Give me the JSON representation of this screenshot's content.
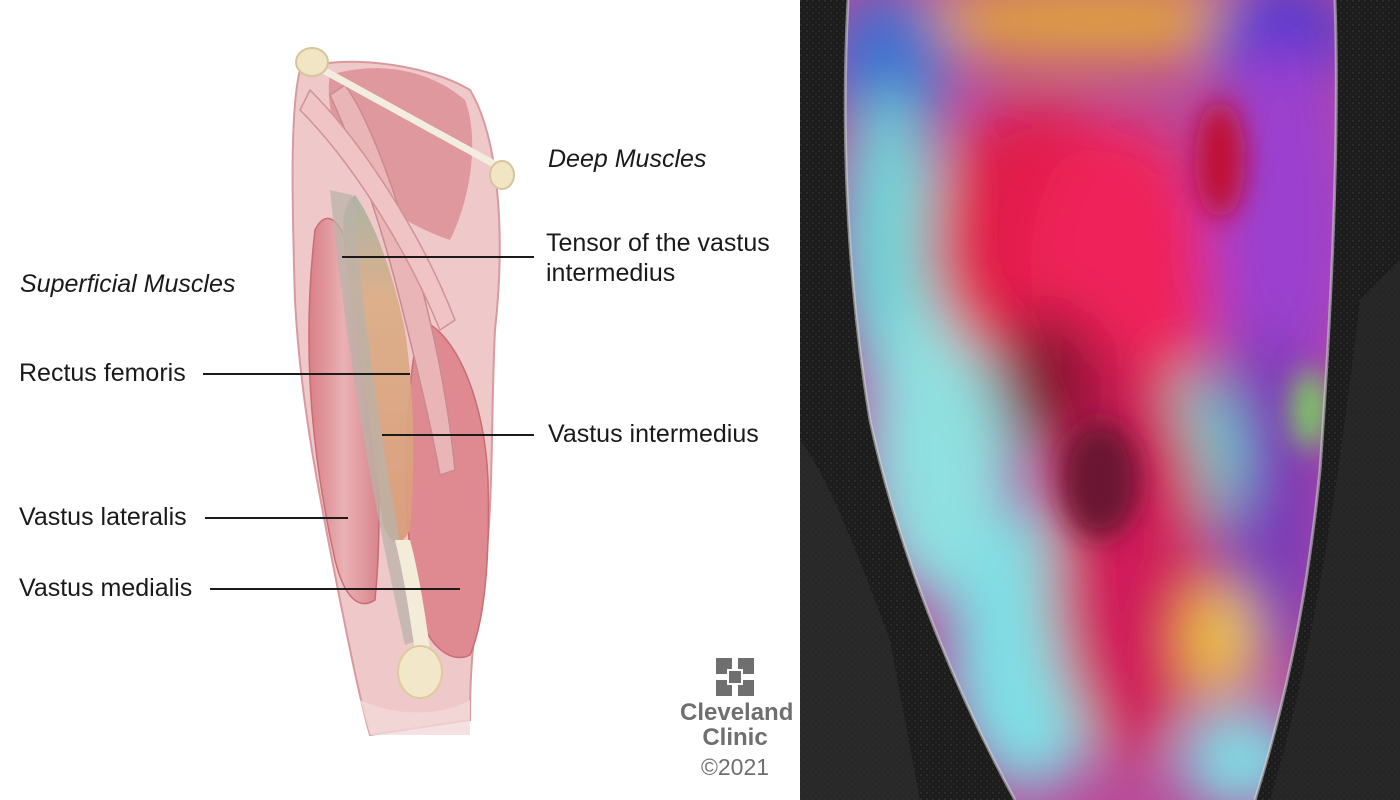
{
  "labels": {
    "deep_muscles": "Deep Muscles",
    "superficial_muscles": "Superficial Muscles",
    "tensor_line1": "Tensor of the vastus",
    "tensor_line2": "intermedius",
    "rectus_femoris": "Rectus femoris",
    "vastus_intermedius": "Vastus intermedius",
    "vastus_lateralis": "Vastus lateralis",
    "vastus_medialis": "Vastus medialis"
  },
  "logo": {
    "line1": "Cleveland",
    "line2": "Clinic",
    "copyright": "©2021"
  },
  "colors": {
    "muscle": "#e39a9f",
    "muscle_dark": "#cf6f78",
    "tendon": "#f2e9cf",
    "intermedius": "#d9a07f",
    "logo_gray": "#6f6f6f",
    "mri_background": "#1c1c1c"
  }
}
